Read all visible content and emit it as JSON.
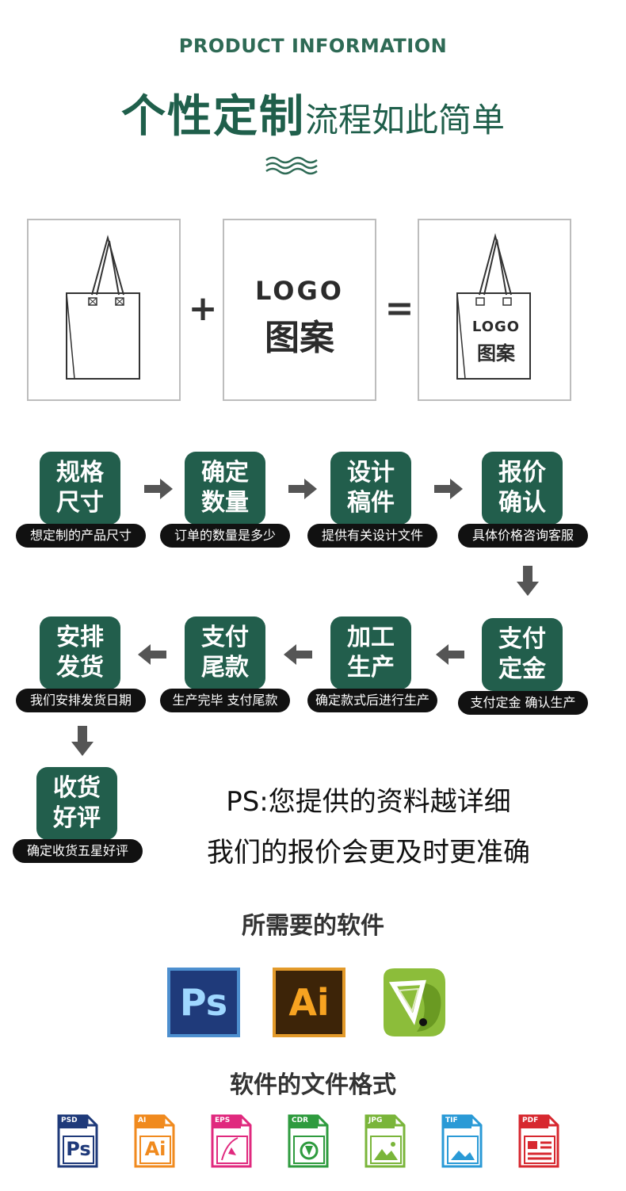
{
  "header": {
    "eyebrow": "PRODUCT INFORMATION",
    "title_bold": "个性定制",
    "title_rest": "流程如此简单"
  },
  "diagram": {
    "plus": "+",
    "equals": "=",
    "logo_word": "LOGO",
    "logo_cn": "图案"
  },
  "steps": [
    {
      "title_l1": "规格",
      "title_l2": "尺寸",
      "caption": "想定制的产品尺寸"
    },
    {
      "title_l1": "确定",
      "title_l2": "数量",
      "caption": "订单的数量是多少"
    },
    {
      "title_l1": "设计",
      "title_l2": "稿件",
      "caption": "提供有关设计文件"
    },
    {
      "title_l1": "报价",
      "title_l2": "确认",
      "caption": "具体价格咨询客服"
    },
    {
      "title_l1": "支付",
      "title_l2": "定金",
      "caption": "支付定金 确认生产"
    },
    {
      "title_l1": "加工",
      "title_l2": "生产",
      "caption": "确定款式后进行生产"
    },
    {
      "title_l1": "支付",
      "title_l2": "尾款",
      "caption": "生产完毕 支付尾款"
    },
    {
      "title_l1": "安排",
      "title_l2": "发货",
      "caption": "我们安排发货日期"
    },
    {
      "title_l1": "收货",
      "title_l2": "好评",
      "caption": "确定收货五星好评"
    }
  ],
  "note": {
    "line1": "PS:您提供的资料越详细",
    "line2": "我们的报价会更及时更准确"
  },
  "software": {
    "title": "所需要的软件",
    "apps": [
      {
        "label": "Ps",
        "icon": "photoshop-icon",
        "bg": "#1f3a7a",
        "fg": "#9fd7ff",
        "border": "#4d8fcf"
      },
      {
        "label": "Ai",
        "icon": "illustrator-icon",
        "bg": "#3d2408",
        "fg": "#f7a321",
        "border": "#e39a2a"
      },
      {
        "label": "",
        "icon": "coreldraw-icon",
        "bg": "#8cbd3a",
        "fg": "#ffffff",
        "border": "#8cbd3a"
      }
    ]
  },
  "formats": {
    "title": "软件的文件格式",
    "items": [
      {
        "tag": "PSD",
        "glyph": "Ps",
        "color": "#1f3a7a",
        "glyph_color": "#1f3a7a"
      },
      {
        "tag": "AI",
        "glyph": "Ai",
        "color": "#f08a1e",
        "glyph_color": "#f08a1e"
      },
      {
        "tag": "EPS",
        "glyph": "",
        "color": "#e0297e",
        "glyph_color": "#e0297e"
      },
      {
        "tag": "CDR",
        "glyph": "",
        "color": "#2e9b3e",
        "glyph_color": "#2e9b3e"
      },
      {
        "tag": "JPG",
        "glyph": "",
        "color": "#7ab53a",
        "glyph_color": "#7ab53a"
      },
      {
        "tag": "TIF",
        "glyph": "",
        "color": "#2a9ad6",
        "glyph_color": "#2a9ad6"
      },
      {
        "tag": "PDF",
        "glyph": "",
        "color": "#d7282f",
        "glyph_color": "#d7282f"
      }
    ]
  }
}
